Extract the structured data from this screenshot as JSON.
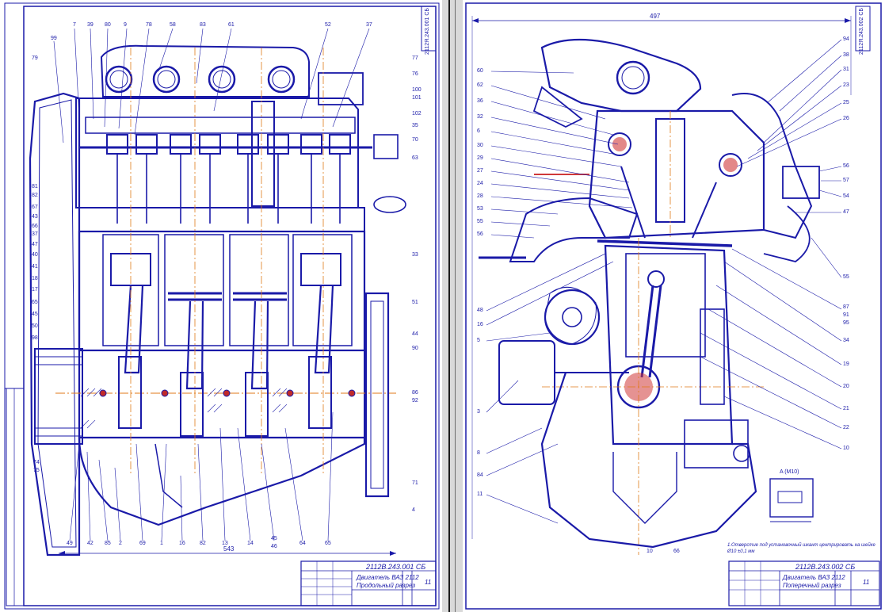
{
  "sheet_left": {
    "corner_code": "2112Я.243.001 СБ",
    "title_code": "2112В.243.001 СБ",
    "title_name": "Двигатель ВАЗ 2112",
    "title_sub": "Продольный разрез",
    "sheet_no": "11",
    "width_dim": "543",
    "part_labels_top": [
      "99",
      "7",
      "39",
      "80",
      "9",
      "78",
      "58",
      "83",
      "61",
      "52",
      "37"
    ],
    "part_labels_left": [
      "79",
      "81",
      "82",
      "67",
      "43",
      "66",
      "37",
      "47",
      "40",
      "41",
      "18",
      "17",
      "65",
      "45",
      "50",
      "98",
      "74",
      "75"
    ],
    "part_labels_right": [
      "77",
      "76",
      "100",
      "101",
      "102",
      "35",
      "70",
      "63",
      "33",
      "51",
      "44",
      "90",
      "86",
      "92",
      "71",
      "4"
    ],
    "part_labels_bottom": [
      "49",
      "42",
      "85",
      "2",
      "69",
      "1",
      "16",
      "82",
      "13",
      "14",
      "45",
      "46",
      "64",
      "65"
    ]
  },
  "sheet_right": {
    "corner_code": "2112Я.243.002 СБ",
    "title_code": "2112В.243.002 СБ",
    "title_name": "Двигатель ВАЗ 2112",
    "title_sub": "Поперечный разрез",
    "sheet_no": "11",
    "width_dim": "497",
    "part_labels_left": [
      "60",
      "62",
      "36",
      "32",
      "6",
      "30",
      "29",
      "27",
      "24",
      "28",
      "53",
      "55",
      "56",
      "48",
      "16",
      "5",
      "3",
      "8",
      "84",
      "11"
    ],
    "part_labels_right": [
      "94",
      "38",
      "31",
      "23",
      "25",
      "26",
      "56",
      "57",
      "54",
      "47",
      "55",
      "87",
      "91",
      "95",
      "34",
      "19",
      "20",
      "21",
      "22",
      "10"
    ],
    "part_labels_bottom": [
      "10",
      "66"
    ],
    "detail_label": "A (М10)",
    "note": "1.Отверстие под установочный шкант центрировать на шейке Ø10 ±0,1 мм"
  },
  "colors": {
    "line": "#1a1aa8",
    "center": "#e07a1a",
    "section": "#d03838",
    "paper": "#ffffff",
    "gutter": "#d9d9d9"
  }
}
